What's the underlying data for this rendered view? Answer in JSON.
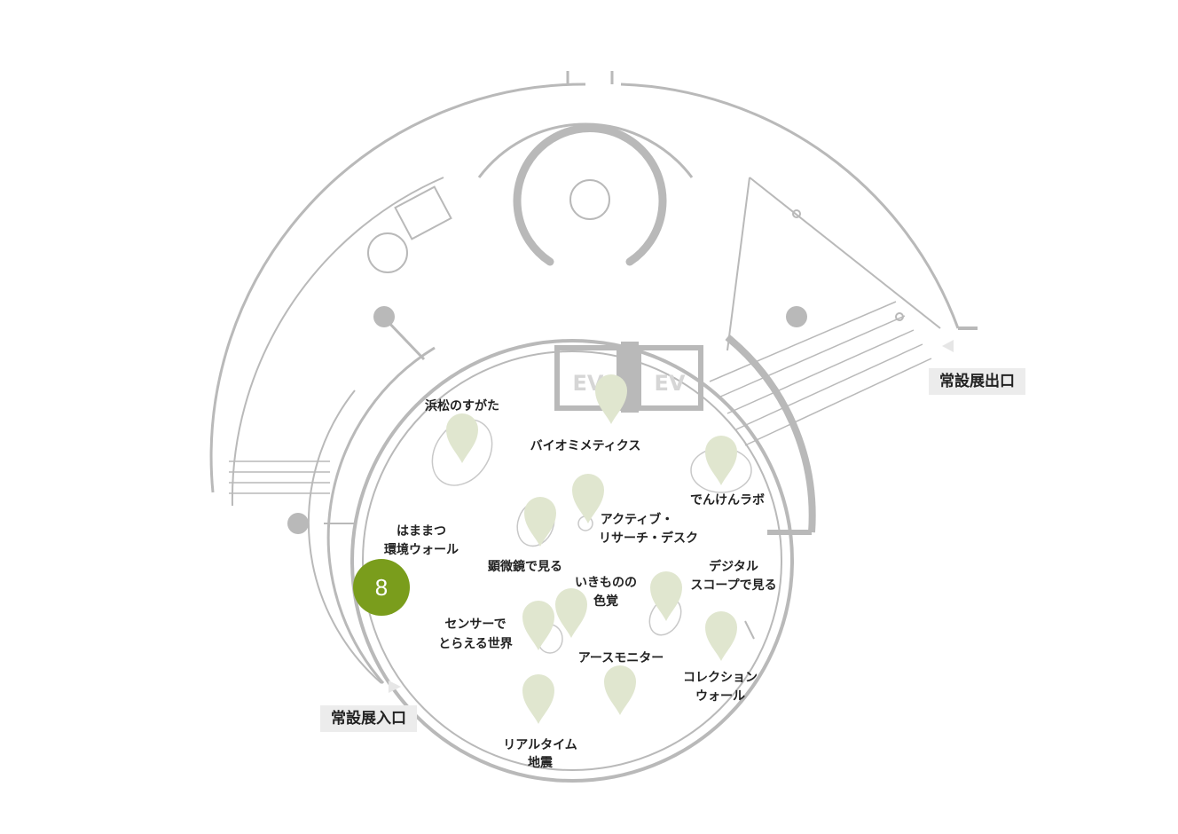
{
  "colors": {
    "wall": "#b9b9b9",
    "pin": "#e0e6cf",
    "badge": "#7a9d1c",
    "label_bg": "#ececec"
  },
  "entrance_label": "常設展入口",
  "exit_label": "常設展出口",
  "elevator_labels": [
    "EV",
    "EV"
  ],
  "active_badge": {
    "number": "8"
  },
  "labels": {
    "hamamatsu_sugata": [
      "浜松のすがた"
    ],
    "biomimetics": [
      "バイオミメティクス"
    ],
    "denken_lab": [
      "でんけんラボ"
    ],
    "active_research": [
      "アクティブ・",
      "リサーチ・デスク"
    ],
    "environment_wall": [
      "はままつ",
      "環境ウォール"
    ],
    "microscope": [
      "顕微鏡で見る"
    ],
    "creature_color": [
      "いきものの",
      "色覚"
    ],
    "digital_scope": [
      "デジタル",
      "スコープで見る"
    ],
    "sensor_world": [
      "センサーで",
      "とらえる世界"
    ],
    "earth_monitor": [
      "アースモニター"
    ],
    "collection_wall": [
      "コレクション",
      "ウォール"
    ],
    "realtime_quake": [
      "リアルタイム",
      "地震"
    ]
  }
}
